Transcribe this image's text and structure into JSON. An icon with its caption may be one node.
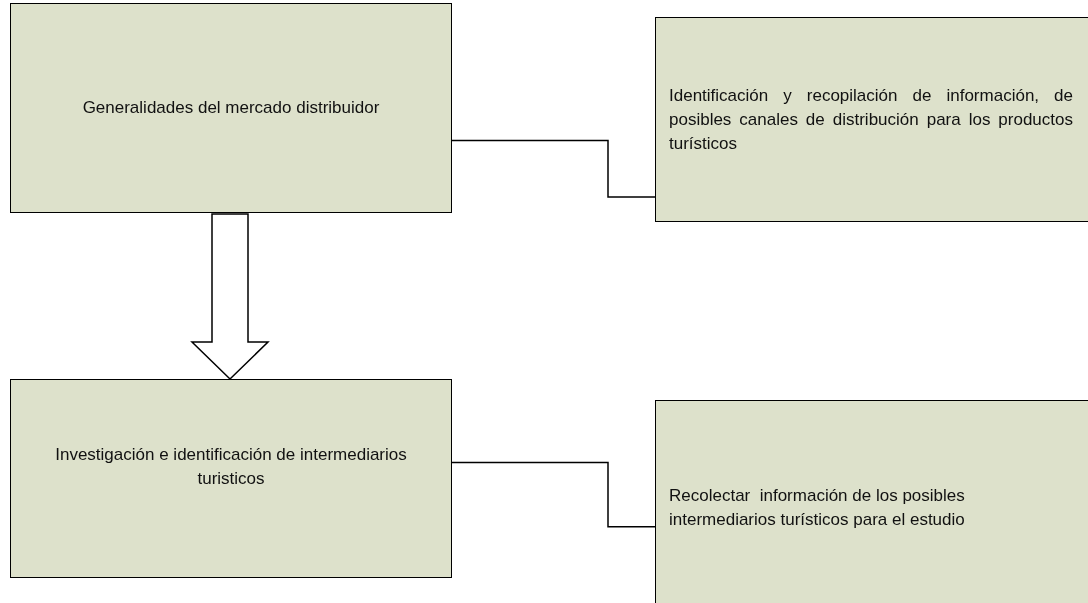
{
  "diagram": {
    "nodes": [
      {
        "text": [
          "Generalidades del mercado distribuidor"
        ]
      },
      {
        "text": [
          "Identificación y recopilación de información, de posibles canales de distribución para los productos turísticos"
        ]
      },
      {
        "text": [
          "Investigación e identificación de intermediarios turisticos"
        ]
      },
      {
        "text": [
          "Recolectar  información de los posibles intermediarios turísticos para el estudio"
        ]
      }
    ],
    "edges": [
      {
        "from": 0,
        "to": 1,
        "arrow": "none"
      },
      {
        "from": 0,
        "to": 2,
        "arrow": "to",
        "style": "thick"
      },
      {
        "from": 2,
        "to": 3,
        "arrow": "none"
      }
    ]
  }
}
